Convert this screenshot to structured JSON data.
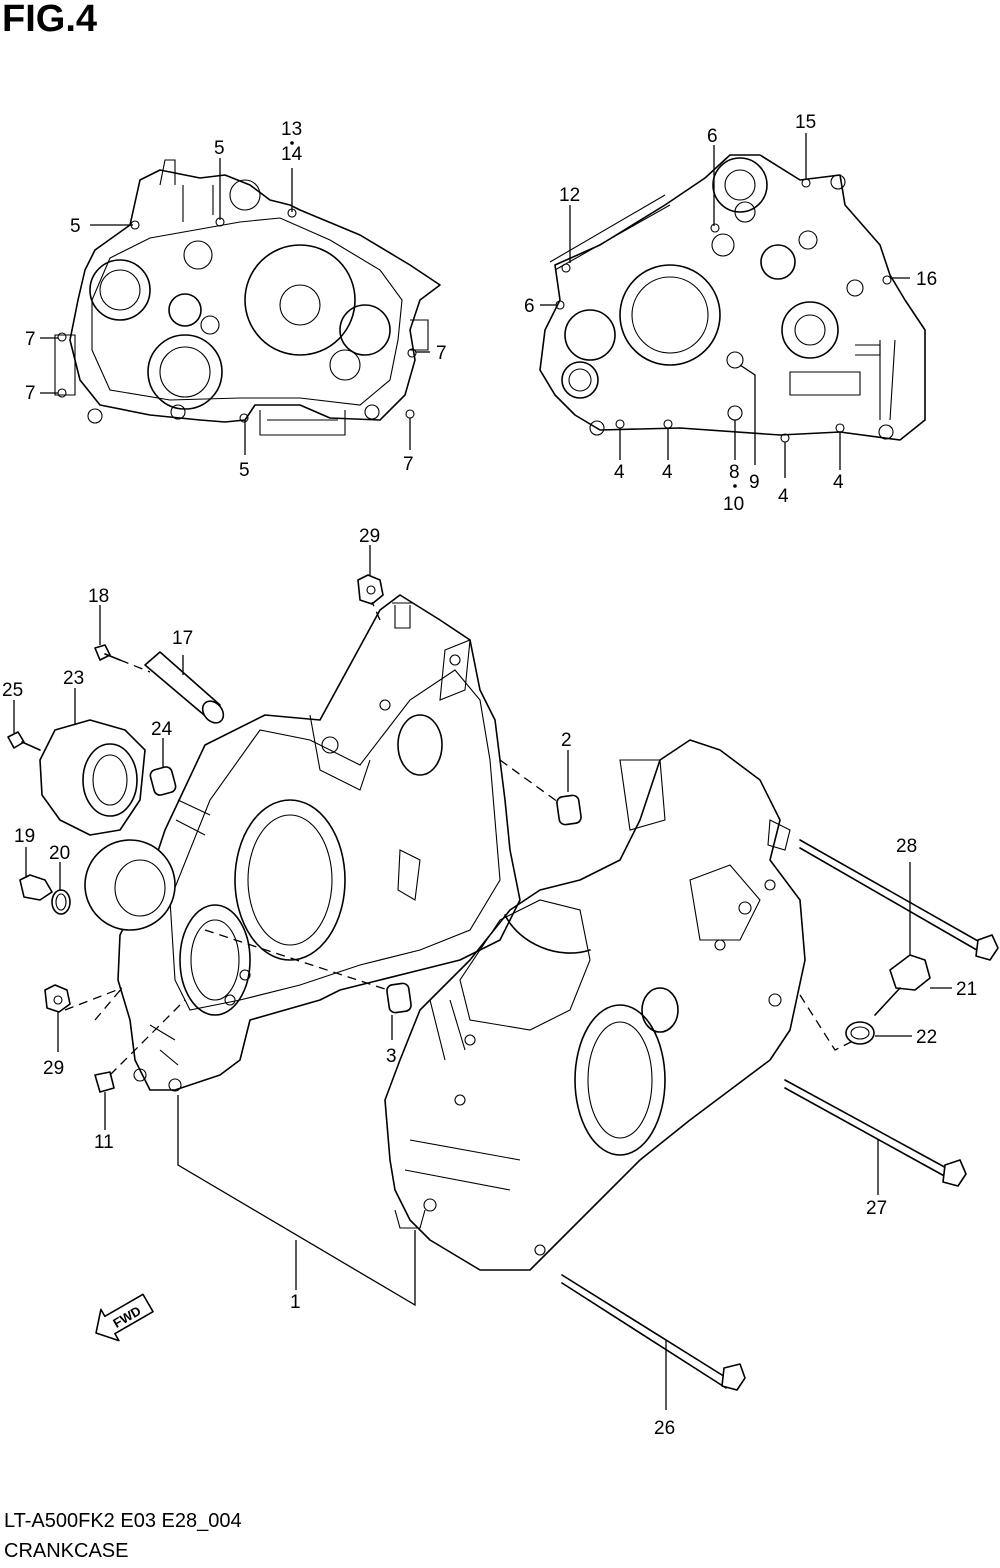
{
  "figure": {
    "title": "FIG.4"
  },
  "footer": {
    "code": "LT-A500FK2 E03 E28_004",
    "caption": "CRANKCASE"
  },
  "fwd_arrow": {
    "label": "FWD"
  },
  "callouts": [
    {
      "id": "c1",
      "text": "1"
    },
    {
      "id": "c2",
      "text": "2"
    },
    {
      "id": "c3",
      "text": "3"
    },
    {
      "id": "c4a",
      "text": "4"
    },
    {
      "id": "c4b",
      "text": "4"
    },
    {
      "id": "c4c",
      "text": "4"
    },
    {
      "id": "c4d",
      "text": "4"
    },
    {
      "id": "c5a",
      "text": "5"
    },
    {
      "id": "c5b",
      "text": "5"
    },
    {
      "id": "c5c",
      "text": "5"
    },
    {
      "id": "c6a",
      "text": "6"
    },
    {
      "id": "c6b",
      "text": "6"
    },
    {
      "id": "c7a",
      "text": "7"
    },
    {
      "id": "c7b",
      "text": "7"
    },
    {
      "id": "c7c",
      "text": "7"
    },
    {
      "id": "c7d",
      "text": "7"
    },
    {
      "id": "c8",
      "text": "8"
    },
    {
      "id": "c9",
      "text": "9"
    },
    {
      "id": "c10",
      "text": "10"
    },
    {
      "id": "c11",
      "text": "11"
    },
    {
      "id": "c12",
      "text": "12"
    },
    {
      "id": "c13",
      "text": "13"
    },
    {
      "id": "c14",
      "text": "14"
    },
    {
      "id": "c15",
      "text": "15"
    },
    {
      "id": "c16",
      "text": "16"
    },
    {
      "id": "c17",
      "text": "17"
    },
    {
      "id": "c18",
      "text": "18"
    },
    {
      "id": "c19",
      "text": "19"
    },
    {
      "id": "c20",
      "text": "20"
    },
    {
      "id": "c21",
      "text": "21"
    },
    {
      "id": "c22",
      "text": "22"
    },
    {
      "id": "c23",
      "text": "23"
    },
    {
      "id": "c24",
      "text": "24"
    },
    {
      "id": "c25",
      "text": "25"
    },
    {
      "id": "c26",
      "text": "26"
    },
    {
      "id": "c27",
      "text": "27"
    },
    {
      "id": "c28",
      "text": "28"
    },
    {
      "id": "c29a",
      "text": "29"
    },
    {
      "id": "c29b",
      "text": "29"
    }
  ]
}
